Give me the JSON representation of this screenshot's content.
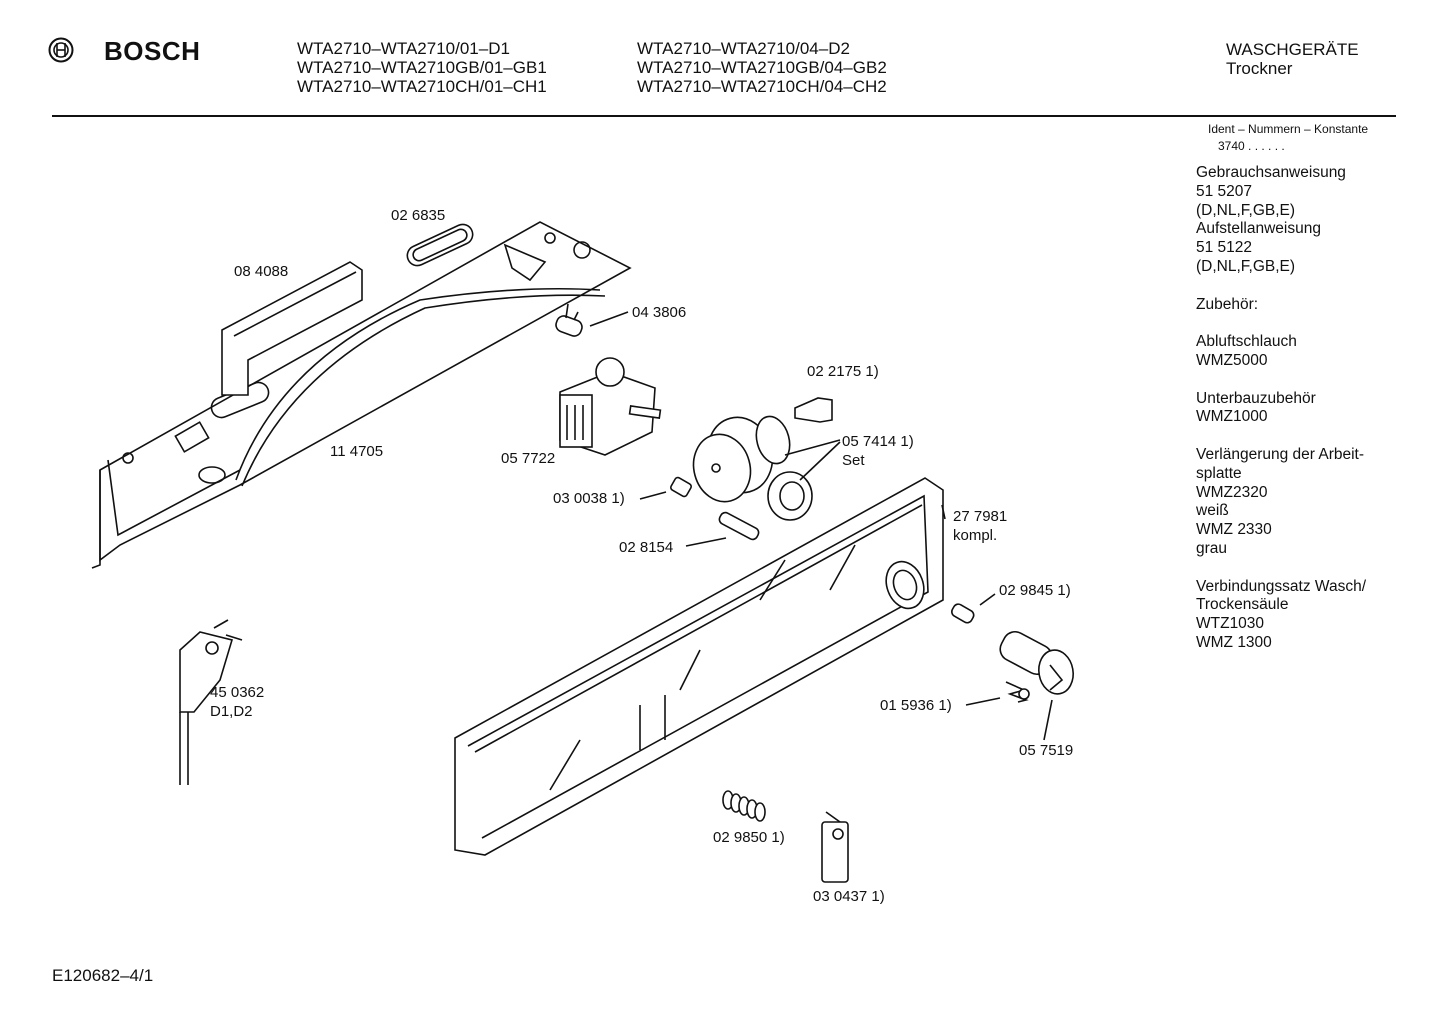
{
  "header": {
    "brand": "BOSCH",
    "models_col1": [
      "WTA2710–WTA2710/01–D1",
      "WTA2710–WTA2710GB/01–GB1",
      "WTA2710–WTA2710CH/01–CH1"
    ],
    "models_col2": [
      "WTA2710–WTA2710/04–D2",
      "WTA2710–WTA2710GB/04–GB2",
      "WTA2710–WTA2710CH/04–CH2"
    ],
    "category": "WASCHGERÄTE",
    "subcategory": "Trockner"
  },
  "sidebar": {
    "ident_title": "Ident – Nummern – Konstante",
    "ident_value": "3740 . . . . . .",
    "lines": [
      "Gebrauchsanweisung",
      "51 5207",
      "(D,NL,F,GB,E)",
      "Aufstellanweisung",
      "51 5122",
      "(D,NL,F,GB,E)",
      "",
      "Zubehör:",
      "",
      "Abluftschlauch",
      "WMZ5000",
      "",
      "Unterbauzubehör",
      "WMZ1000",
      "",
      "Verlängerung der Arbeit-",
      "splatte",
      "WMZ2320",
      "weiß",
      "WMZ 2330",
      "grau",
      "",
      "Verbindungssatz Wasch/",
      "Trockensäule",
      "WTZ1030",
      "WMZ 1300"
    ]
  },
  "parts": {
    "p026835": "02 6835",
    "p084088": "08 4088",
    "p043806": "04 3806",
    "p022175": "02 2175 1)",
    "p057414": "05 7414 1)",
    "p057414_set": "Set",
    "p114705": "11 4705",
    "p057722": "05 7722",
    "p030038": "03 0038 1)",
    "p028154": "02 8154",
    "p277981": "27 7981",
    "p277981_kompl": "kompl.",
    "p029845": "02 9845 1)",
    "p450362": "45 0362",
    "p450362_var": "D1,D2",
    "p015936": "01 5936 1)",
    "p057519": "05 7519",
    "p029850": "02 9850 1)",
    "p030437": "03 0437 1)"
  },
  "footer": {
    "doc_code": "E120682–4/1"
  }
}
